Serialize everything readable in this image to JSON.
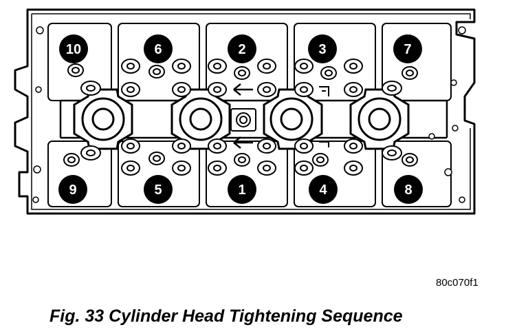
{
  "figure": {
    "caption": "Fig. 33 Cylinder Head Tightening Sequence",
    "reference_code": "80c070f1"
  },
  "bolt_sequence": [
    {
      "number": "10",
      "name": "bolt-10"
    },
    {
      "number": "6",
      "name": "bolt-6"
    },
    {
      "number": "2",
      "name": "bolt-2"
    },
    {
      "number": "3",
      "name": "bolt-3"
    },
    {
      "number": "7",
      "name": "bolt-7"
    },
    {
      "number": "9",
      "name": "bolt-9"
    },
    {
      "number": "5",
      "name": "bolt-5"
    },
    {
      "number": "1",
      "name": "bolt-1"
    },
    {
      "number": "4",
      "name": "bolt-4"
    },
    {
      "number": "8",
      "name": "bolt-8"
    }
  ],
  "marker_color": "#000000",
  "line_color": "#000000"
}
